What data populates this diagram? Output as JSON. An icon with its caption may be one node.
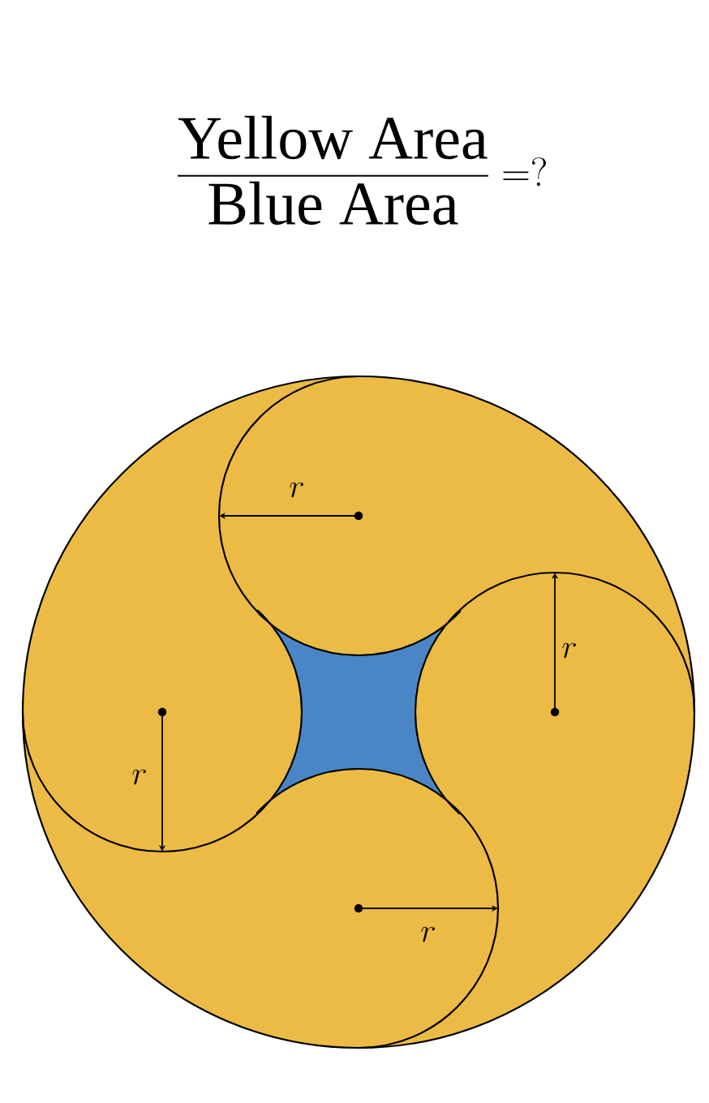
{
  "diagram": {
    "title": "\\frac{\\text{Yellow Area}}{\\text{Blue Area}} = ?",
    "labels": [
      "r",
      "r",
      "r",
      "r"
    ]
  }
}
